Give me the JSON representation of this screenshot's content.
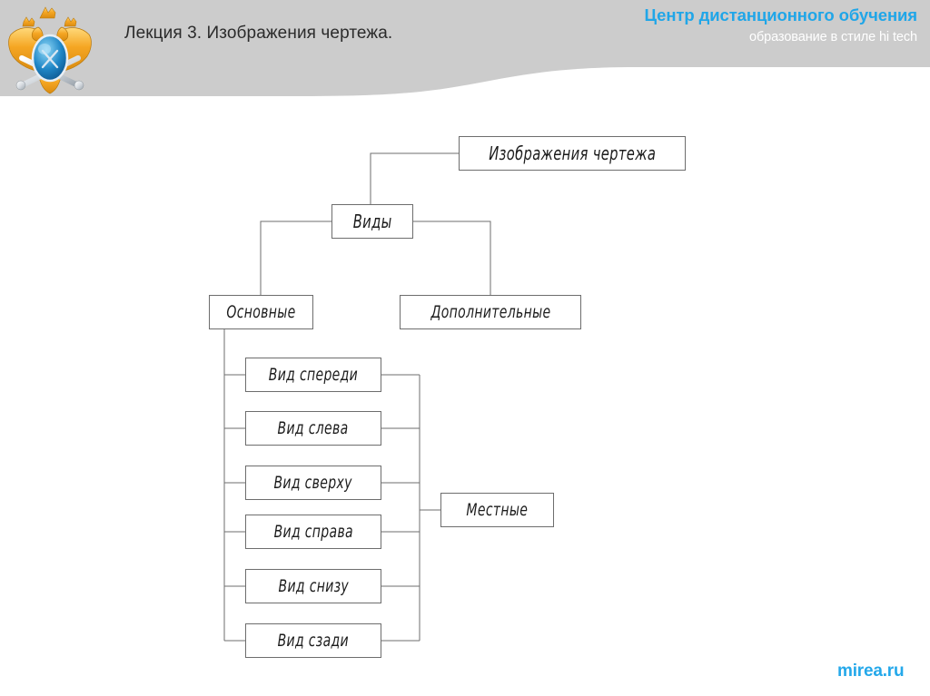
{
  "header": {
    "lecture_title": "Лекция 3. Изображения чертежа.",
    "center_name": "Центр дистанционного обучения",
    "center_tagline": "образование в стиле hi tech",
    "band_color": "#cccccc",
    "accent_color": "#20a6e8",
    "emblem_name": "double-headed-eagle-emblem"
  },
  "footer": {
    "site_url": "mirea.ru",
    "url_color": "#24a8ea"
  },
  "diagram": {
    "title": "Изображения чертежа",
    "line_color": "#6d6d6d",
    "nodes": {
      "root": "Изображения чертежа",
      "views": "Виды",
      "main": "Основные",
      "additional": "Дополнительные",
      "local": "Местные",
      "front": "Вид спереди",
      "left": "Вид слева",
      "top": "Вид сверху",
      "right": "Вид справа",
      "bottom": "Вид снизу",
      "rear": "Вид сзади"
    }
  }
}
